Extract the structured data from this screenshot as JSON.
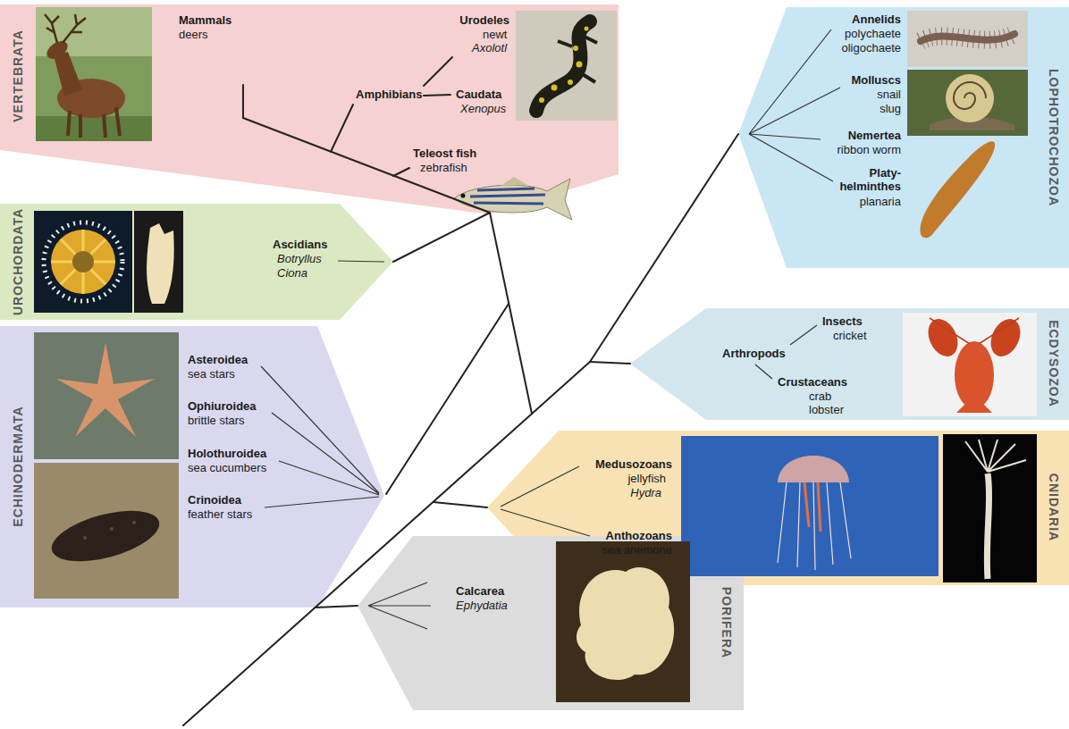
{
  "diagram": {
    "nodes": [
      {
        "text": [
          "VERTEBRATA",
          "Mammals",
          "deers",
          "Urodeles",
          "newt",
          "Axolotl",
          "Amphibians",
          "Caudata",
          "Xenopus",
          "Teleost fish",
          "zebrafish"
        ]
      },
      {
        "text": [
          "LOPHOTROCHOZOA",
          "Annelids",
          "polychaete",
          "oligochaete",
          "Molluscs",
          "snail",
          "slug",
          "Nemertea",
          "ribbon worm",
          "Platy- helminthes",
          "planaria"
        ]
      },
      {
        "text": [
          "UROCHORDATA",
          "Ascidians",
          "Botryllus",
          "Ciona"
        ]
      },
      {
        "text": [
          "ECDYSOZOA",
          "Insects",
          "cricket",
          "Arthropods",
          "Crustaceans",
          "crab",
          "lobster"
        ]
      },
      {
        "text": [
          "ECHINODERMATA",
          "Asteroidea",
          "sea stars",
          "Ophiuroidea",
          "brittle stars",
          "Holothuroidea",
          "sea cucumbers",
          "Crinoidea",
          "feather stars"
        ]
      },
      {
        "text": [
          "CNIDARIA",
          "Medusozoans",
          "jellyfish",
          "Hydra",
          "Anthozoans",
          "sea anemone"
        ]
      },
      {
        "text": [
          "PORIFERA",
          "Calcarea",
          "Ephydatia"
        ]
      }
    ]
  }
}
